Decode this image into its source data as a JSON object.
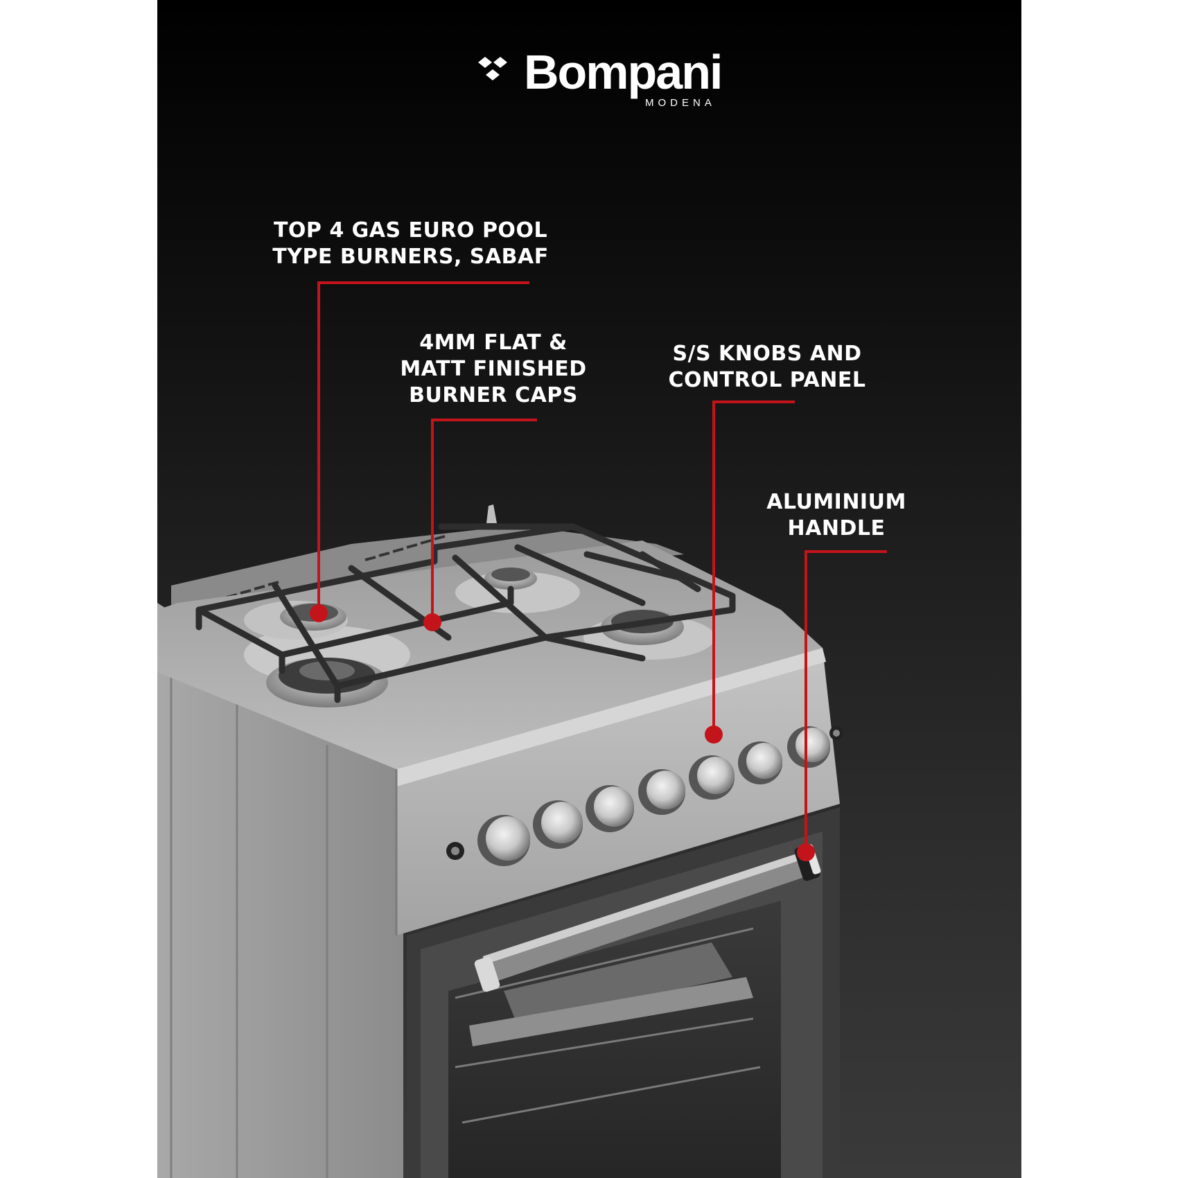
{
  "brand": {
    "name": "Bompani",
    "sub": "MODENA"
  },
  "callouts": [
    {
      "id": "burners",
      "lines": [
        "TOP 4 GAS EURO POOL",
        "TYPE BURNERS, SABAF"
      ]
    },
    {
      "id": "caps",
      "lines": [
        "4MM FLAT &",
        "MATT FINISHED",
        "BURNER CAPS"
      ]
    },
    {
      "id": "knobs",
      "lines": [
        "S/S KNOBS AND",
        "CONTROL PANEL"
      ]
    },
    {
      "id": "handle",
      "lines": [
        "ALUMINIUM",
        "HANDLE"
      ]
    }
  ],
  "colors": {
    "accent": "#c4141b",
    "text": "#ffffff",
    "background": "#000000"
  }
}
